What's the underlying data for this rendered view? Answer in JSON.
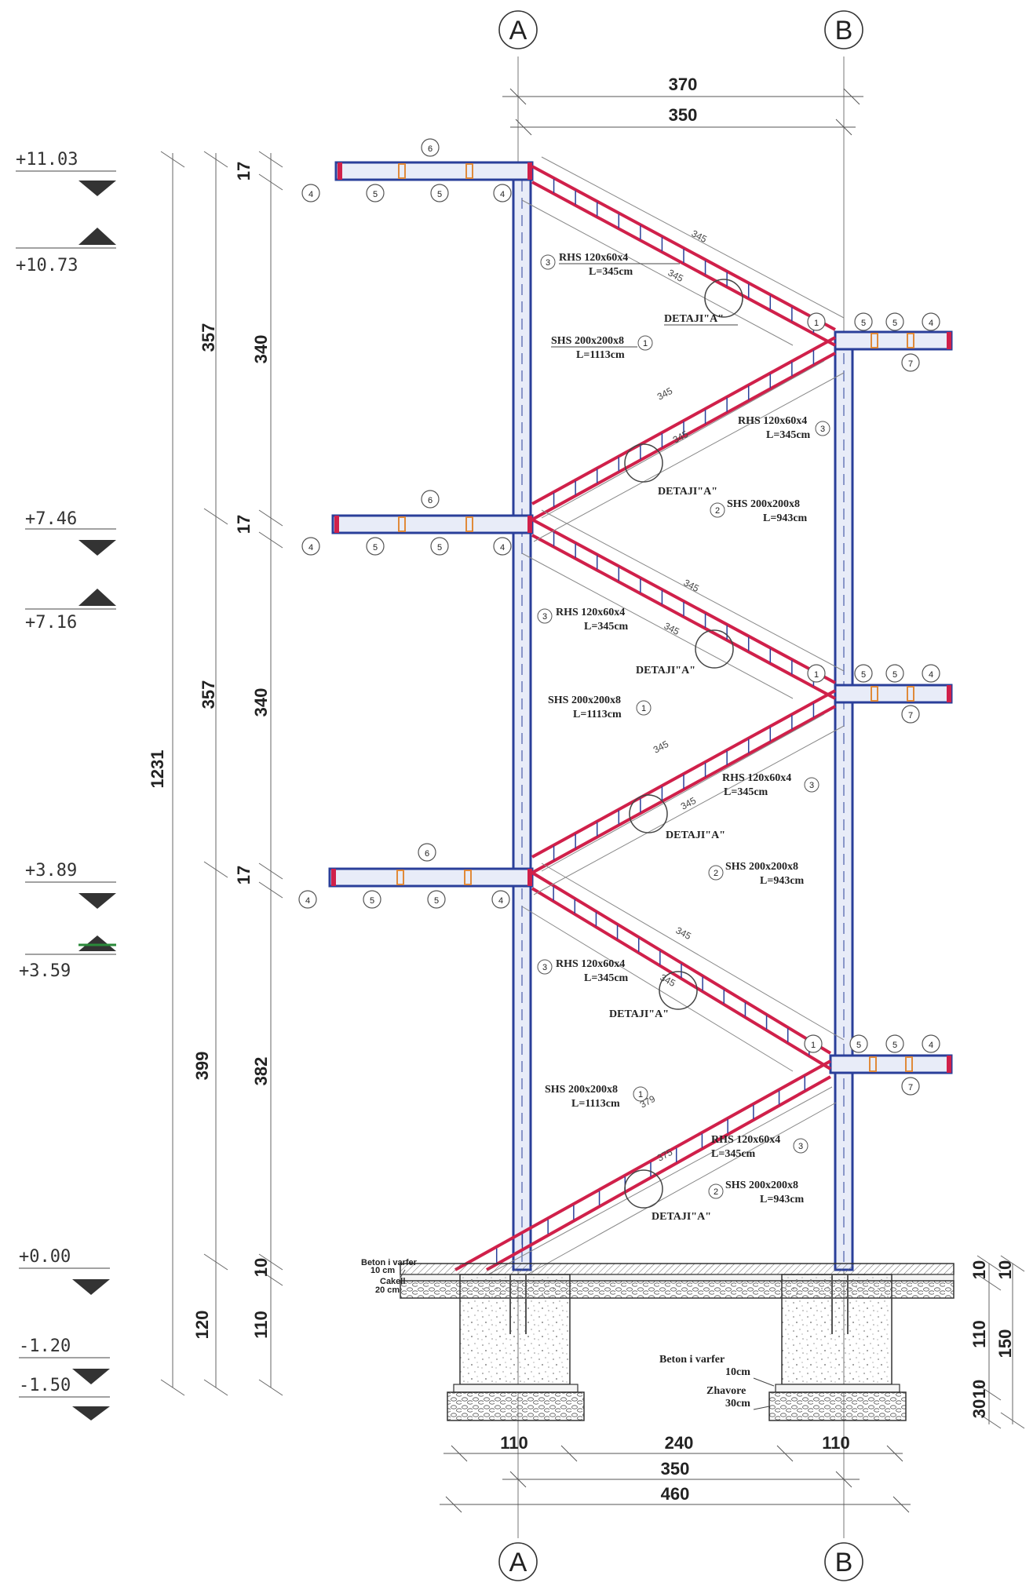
{
  "grid_axes": [
    "A",
    "B"
  ],
  "top_dims": [
    "370",
    "350"
  ],
  "bottom_dims": [
    "110",
    "240",
    "110",
    "350",
    "460"
  ],
  "levels": [
    {
      "up": "+11.03",
      "down": "+10.73"
    },
    {
      "up": "+7.46",
      "down": "+7.16"
    },
    {
      "up": "+3.89",
      "down": "+3.59"
    },
    {
      "up": "+0.00",
      "down": "-1.20"
    },
    {
      "up": "-1.50",
      "down": ""
    }
  ],
  "vertical_dims": {
    "total": "1231",
    "mid": [
      "357",
      "357",
      "399",
      "120"
    ],
    "inner": [
      "17",
      "340",
      "17",
      "340",
      "17",
      "382",
      "10",
      "110"
    ],
    "right": [
      "10",
      "10",
      "110",
      "150",
      "30",
      "10"
    ]
  },
  "flight_labels": {
    "rhs_name": "RHS 120x60x4",
    "rhs_length": "L=345cm",
    "shs_a_name": "SHS 200x200x8",
    "shs_a_length": "L=1113cm",
    "shs_b_name": "SHS 200x200x8",
    "shs_b_length": "L=943cm",
    "detail": "DETAJI\"A\"",
    "stringer_len": "345",
    "stringer_len_bottom_a": "379",
    "stringer_len_bottom_b": "375"
  },
  "foundation": {
    "layer1_a": "Beton i varfer",
    "layer1_b": "10 cm",
    "layer2_a": "Cakell",
    "layer2_b": "20 cm",
    "pad_a": "Beton i varfer",
    "pad_b": "10cm",
    "pad_c": "Zhavore",
    "pad_d": "30cm"
  },
  "callouts": [
    "1",
    "2",
    "3",
    "4",
    "5",
    "6",
    "7"
  ],
  "colors": {
    "stringer": "#d0204a",
    "column": "#2a3f9a",
    "rung": "#e08a3a",
    "line": "#555555"
  }
}
